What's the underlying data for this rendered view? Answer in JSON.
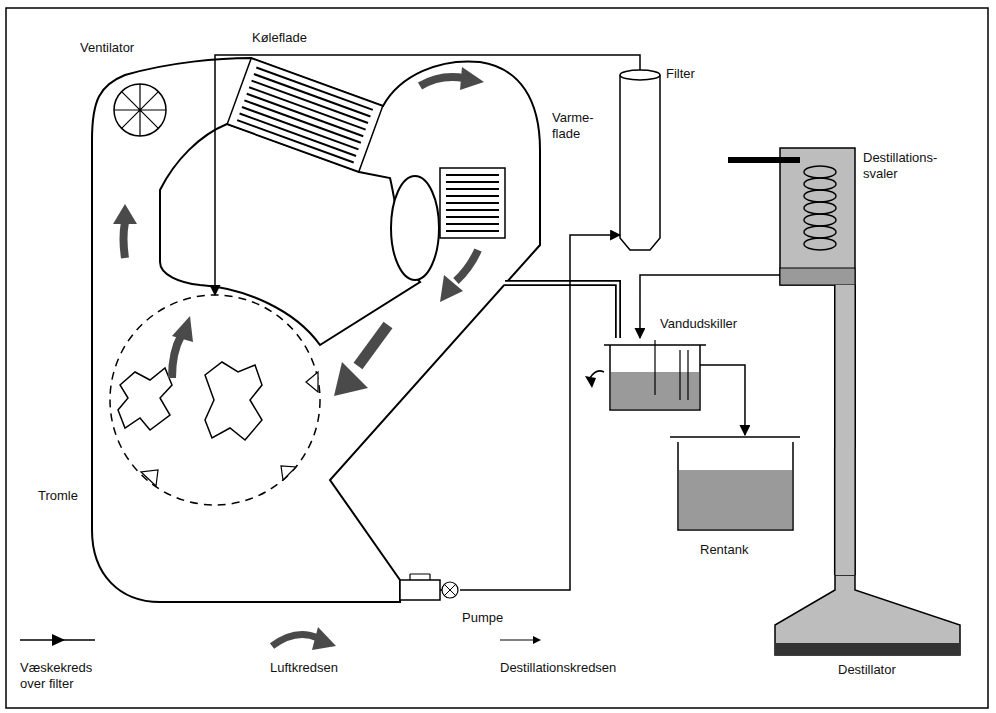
{
  "diagram": {
    "nodes": [
      {
        "text": [
          "Ventilator"
        ]
      },
      {
        "text": [
          "Køleflade"
        ]
      },
      {
        "text": [
          "Varme- flade"
        ]
      },
      {
        "text": [
          "Filter"
        ]
      },
      {
        "text": [
          "Destillations- svaler"
        ]
      },
      {
        "text": [
          "Vandudskiller"
        ]
      },
      {
        "text": [
          "Tromle"
        ]
      },
      {
        "text": [
          "Rentank"
        ]
      },
      {
        "text": [
          "Pumpe"
        ]
      },
      {
        "text": [
          "Destillator"
        ]
      }
    ],
    "edges": [
      {
        "from": 8,
        "to": 3,
        "arrow": "to"
      },
      {
        "from": 3,
        "to": 6,
        "arrow": "to"
      },
      {
        "from": 4,
        "to": 5,
        "arrow": "to"
      },
      {
        "from": 5,
        "to": 7,
        "arrow": "to"
      },
      {
        "from": 9,
        "to": 4,
        "arrow": "none"
      }
    ],
    "legend": [
      {
        "text": "Væskekreds over filter"
      },
      {
        "text": "Luftkredsen"
      },
      {
        "text": "Destillationskredsen"
      }
    ]
  }
}
